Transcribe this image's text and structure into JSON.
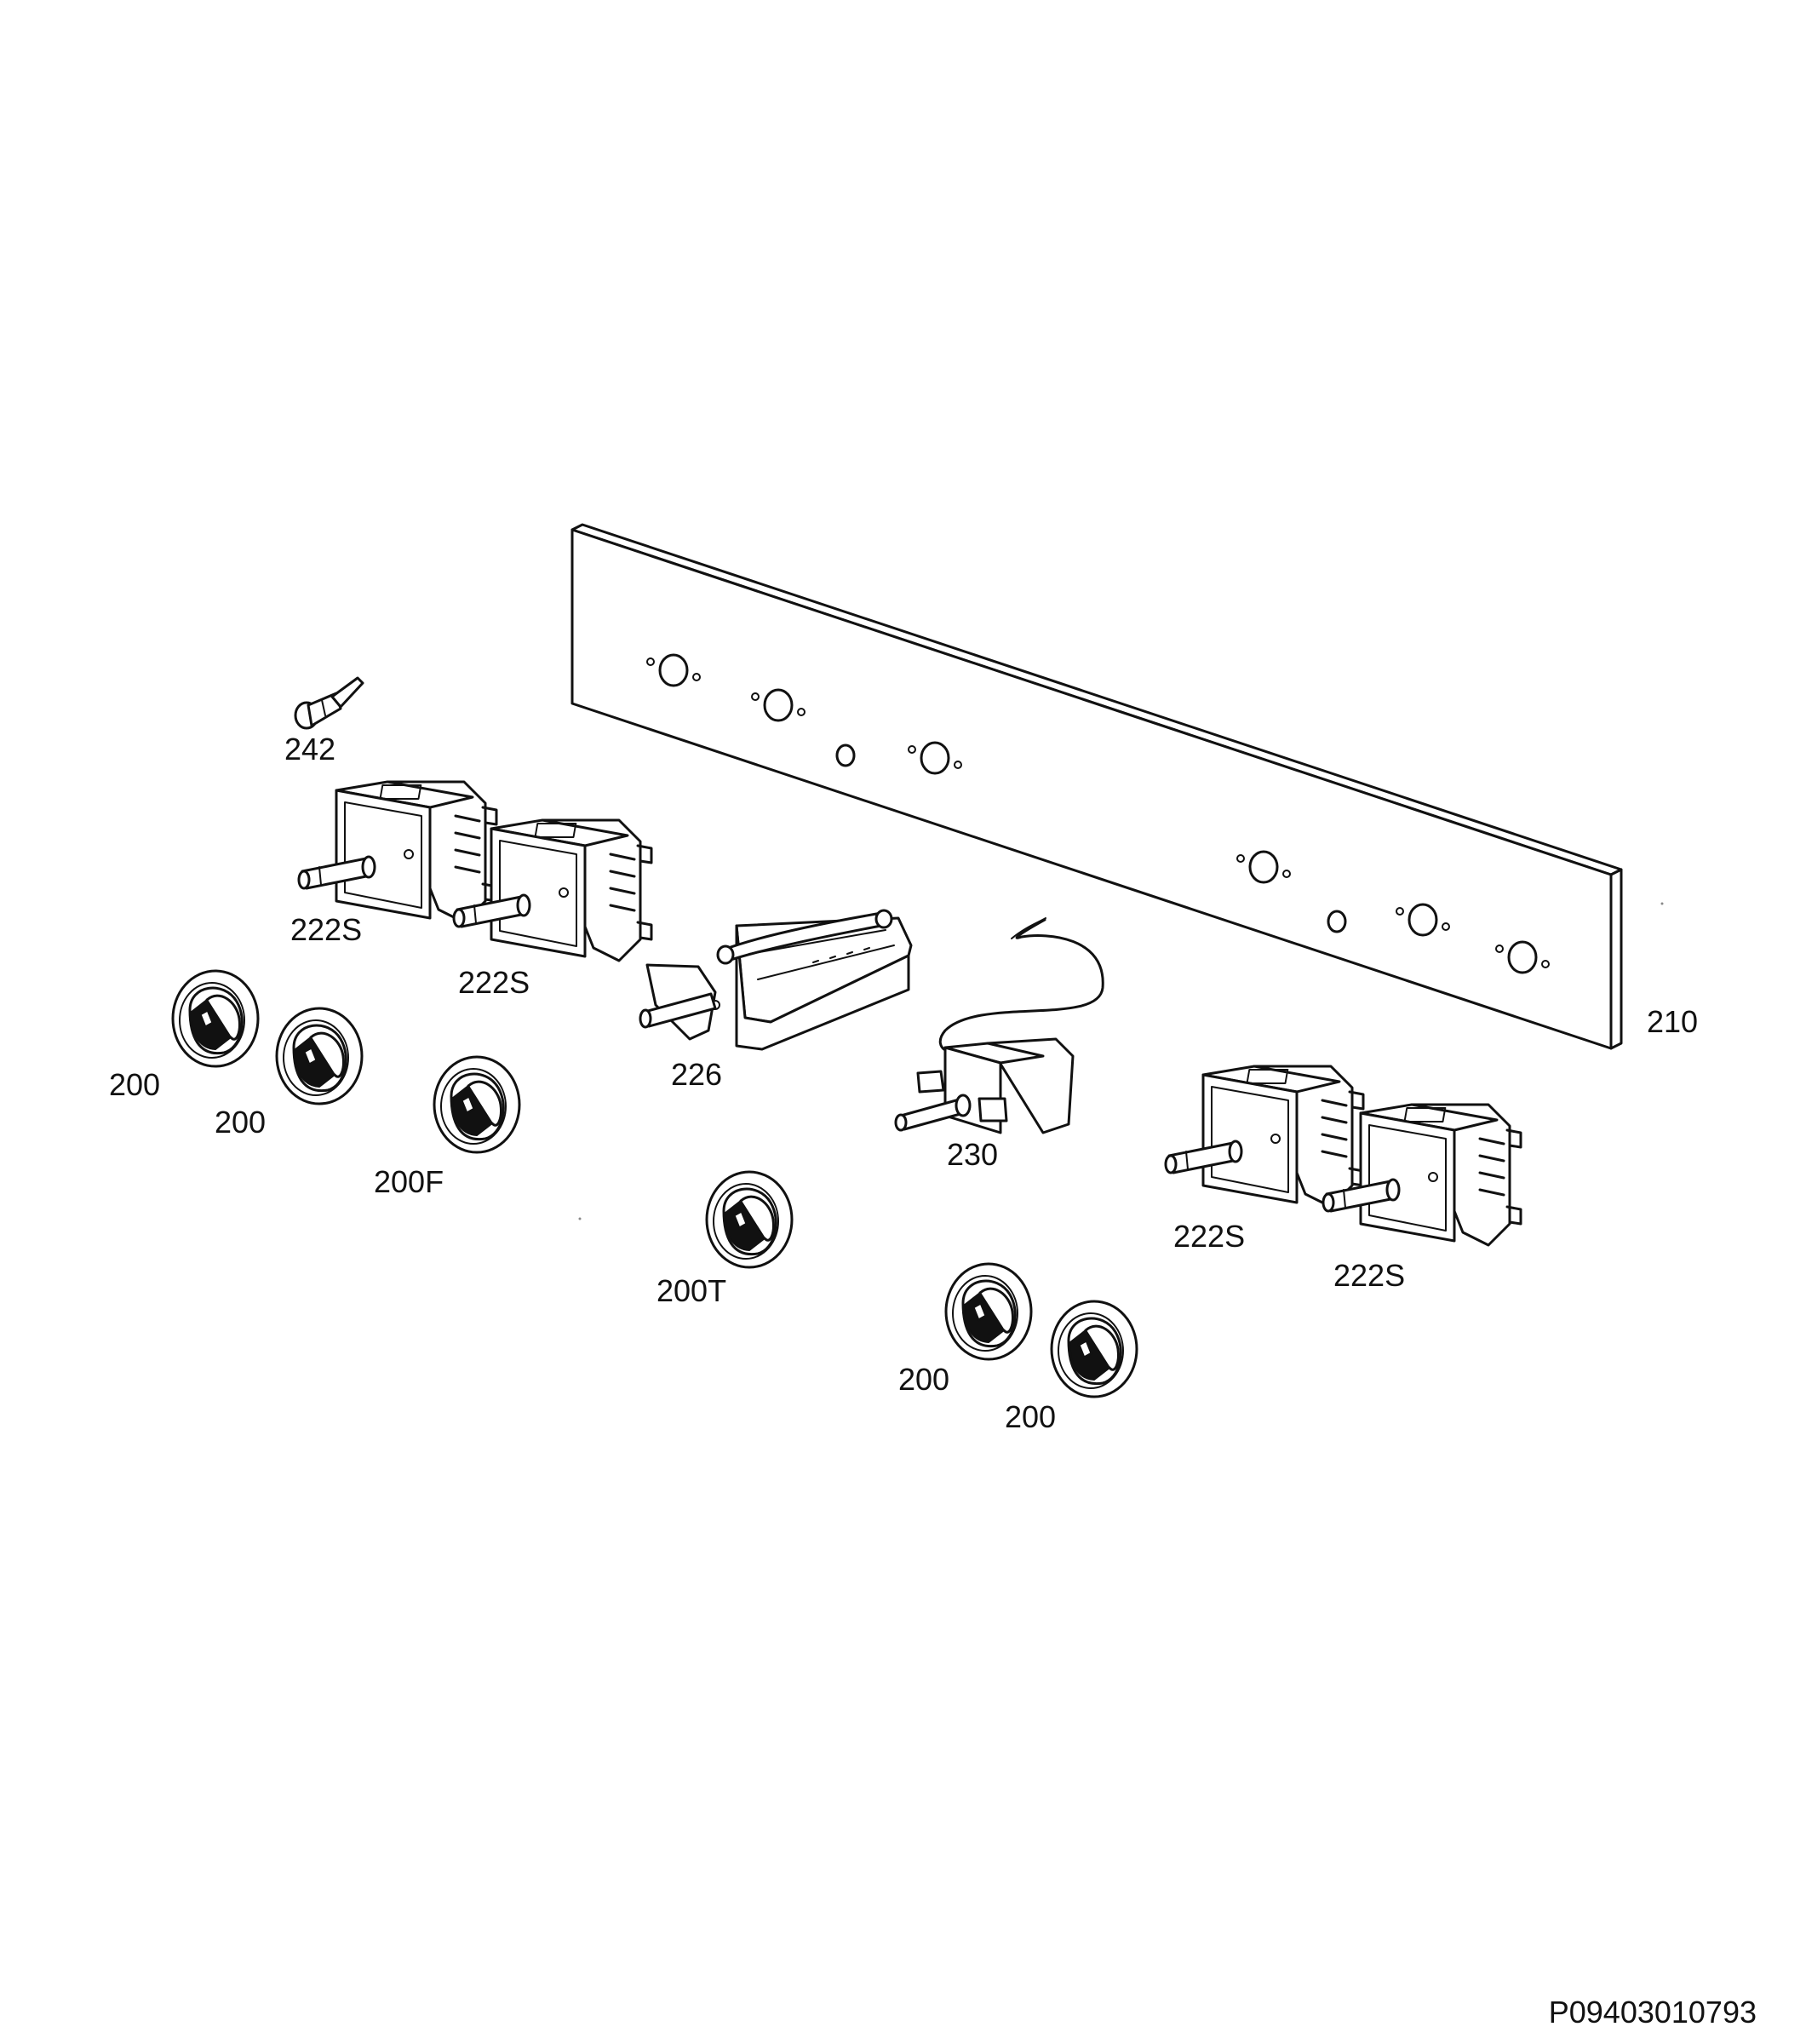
{
  "drawing": {
    "drawing_id": "P09403010793",
    "callouts": {
      "indicator_light": "242",
      "switch_a": "222S",
      "switch_b": "222S",
      "switch_c": "222S",
      "switch_d": "222S",
      "regulator": "226",
      "thermostat": "230",
      "panel": "210",
      "knob_1": "200",
      "knob_2": "200",
      "knob_oven_function": "200F",
      "knob_thermostat": "200T",
      "knob_3": "200",
      "knob_4": "200"
    }
  }
}
